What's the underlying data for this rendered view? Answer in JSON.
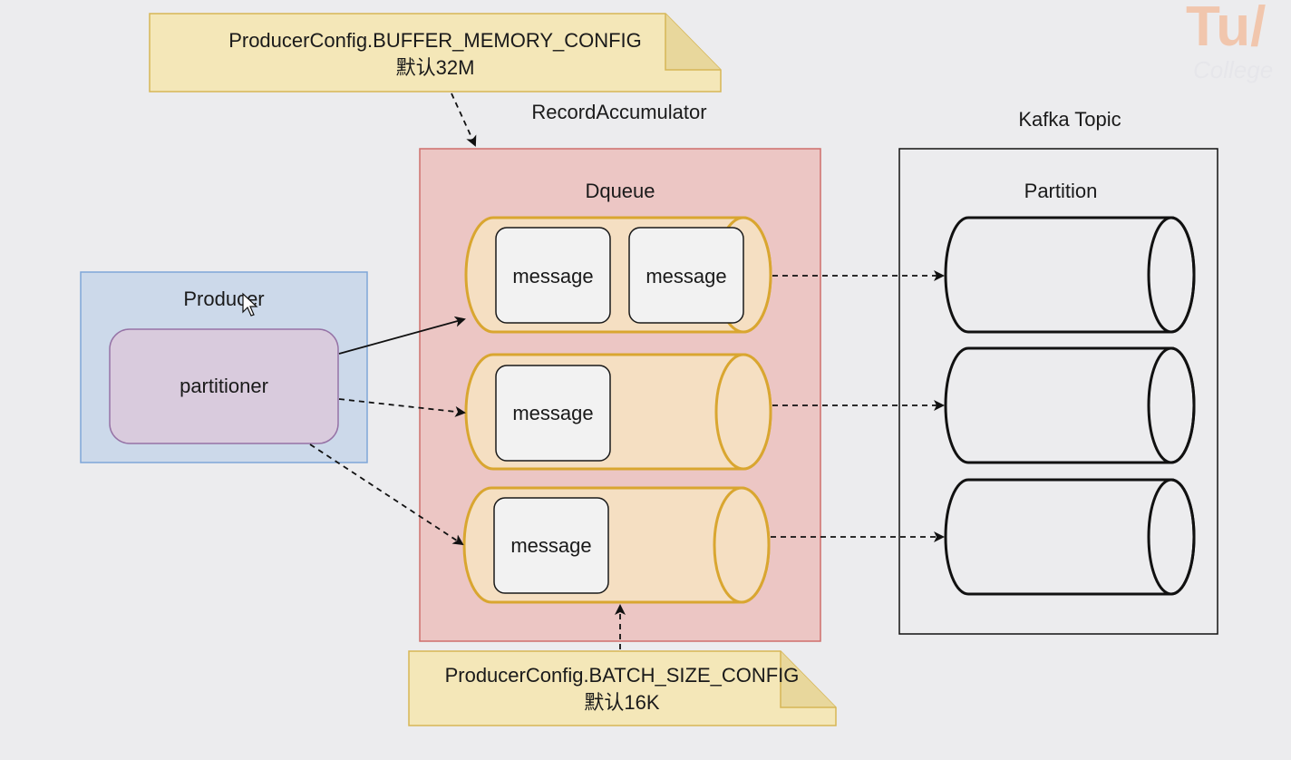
{
  "notes": {
    "buffer": {
      "line1": "ProducerConfig.BUFFER_MEMORY_CONFIG",
      "line2": "默认32M"
    },
    "batch": {
      "line1": "ProducerConfig.BATCH_SIZE_CONFIG",
      "line2": "默认16K"
    }
  },
  "producer": {
    "title": "Producer",
    "partitioner": "partitioner"
  },
  "accumulator": {
    "title": "RecordAccumulator",
    "queue_title": "Dqueue",
    "rows": [
      {
        "messages": [
          "message",
          "message"
        ]
      },
      {
        "messages": [
          "message"
        ]
      },
      {
        "messages": [
          "message"
        ]
      }
    ]
  },
  "kafka": {
    "title": "Kafka Topic",
    "partition_title": "Partition",
    "partition_count": 3
  },
  "watermark": {
    "brand": "Tu/",
    "sub": "College"
  },
  "colors": {
    "background": "#ececee",
    "note_fill": "#f4e7b8",
    "note_stroke": "#d6b656",
    "producer_fill": "#ccd9ea",
    "producer_stroke": "#7ea6d8",
    "partitioner_fill": "#d9cbdd",
    "partitioner_stroke": "#9673a6",
    "accumulator_fill": "#ecc6c4",
    "accumulator_stroke": "#cf6f6c",
    "queue_fill": "#f5dfc2",
    "queue_stroke": "#d9a630",
    "message_fill": "#f2f2f2",
    "message_stroke": "#1a1a1a",
    "partition_stroke": "#111111",
    "watermark": "#f1c6ad"
  }
}
